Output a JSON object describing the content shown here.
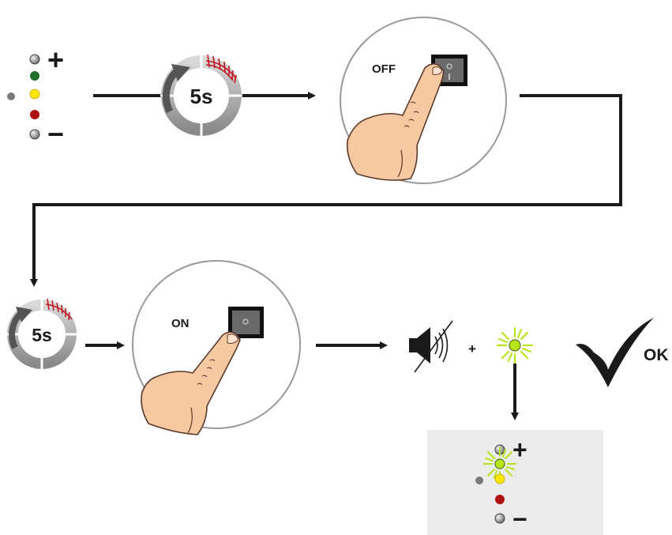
{
  "step1": {
    "led_panel": {
      "plus_symbol": "+",
      "minus_symbol": "−"
    },
    "timer_label": "5s",
    "switch_label": "OFF"
  },
  "step2": {
    "timer_label": "5s",
    "switch_label": "ON",
    "plus_sign": "+",
    "ok_label": "OK"
  },
  "result_panel": {
    "plus_symbol": "+",
    "minus_symbol": "−"
  },
  "colors": {
    "led_green": "#1f6e2a",
    "led_yellow": "#ffe600",
    "led_red": "#b01010",
    "led_gray": "#7a7a7a",
    "blink_green": "#b7e51c",
    "timer_tick": "#c0141e",
    "skin": "#f6c9a3",
    "panel_bg": "#ececec"
  },
  "icons": [
    "rotate-arrow-icon",
    "finger-pressing-icon",
    "rocker-switch-icon",
    "speaker-muted-icon",
    "blinking-led-icon",
    "checkmark-icon"
  ]
}
